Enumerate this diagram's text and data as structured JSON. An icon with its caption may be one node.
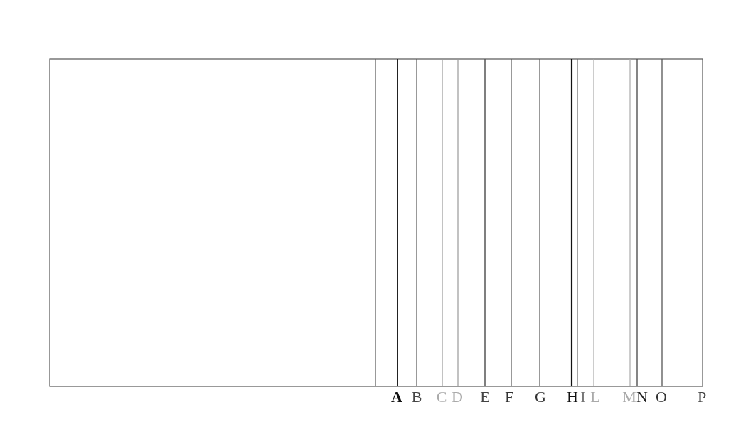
{
  "diagram": {
    "labels": [
      "A",
      "B",
      "C",
      "D",
      "E",
      "F",
      "G",
      "H",
      "I",
      "L",
      "M",
      "N",
      "O",
      "P"
    ]
  }
}
